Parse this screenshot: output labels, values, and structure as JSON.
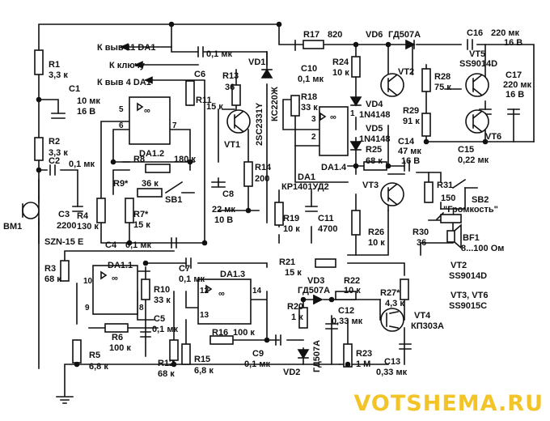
{
  "watermark": "VOTSHEMA.RU",
  "outputs": {
    "pin11": "К выв 11 DA1",
    "key": "К ключу",
    "pin4": "К выв 4 DA1"
  },
  "mic": {
    "ref": "BM1",
    "type": "SZN-15 E"
  },
  "labels": {
    "R1": "R1",
    "R1v": "3,3 к",
    "R2": "R2",
    "R2v": "3,3 к",
    "C1": "C1",
    "C1v1": "10 мк",
    "C1v2": "16 В",
    "C2": "C2",
    "C2v": "0,1 мк",
    "C3": "C3",
    "C3v": "2200",
    "C4": "C4",
    "C4v": "0,1 мк",
    "C5": "C5",
    "C5v": "0,1 мк",
    "C6": "C6",
    "C6v": "0,1 мк",
    "C7": "C7",
    "C7v": "0,1 мк",
    "C8": "C8",
    "C8v1": "22 мк",
    "C8v2": "10 В",
    "C9": "C9",
    "C9v": "0,1 мк",
    "C10": "C10",
    "C10v": "0,1 мк",
    "C11": "C11",
    "C11v": "4700",
    "C12": "C12",
    "C12v": "0,33 мк",
    "C13": "C13",
    "C13v": "0,33 мк",
    "C14": "C14",
    "C14v1": "47 мк",
    "C14v2": "16 В",
    "C15": "C15",
    "C15v": "0,22 мк",
    "C16": "C16",
    "C16v1": "220 мк",
    "C16v2": "16 В",
    "C17": "C17",
    "C17v1": "220 мк",
    "C17v2": "16 В",
    "R3": "R3",
    "R3v": "68 к",
    "R4": "R4",
    "R4v": "130 к",
    "R5": "R5",
    "R5v": "6,8 к",
    "R6": "R6",
    "R6v": "100 к",
    "R7": "R7*",
    "R7v": "15 к",
    "R8": "R8",
    "R8v": "180 к",
    "R9": "R9*",
    "R9v": "36 к",
    "R10": "R10",
    "R10v": "33 к",
    "R11": "R11",
    "R11v": "15 к",
    "R12": "R12",
    "R12v": "68 к",
    "R13": "R13",
    "R13v": "36",
    "R14": "R14",
    "R14v": "200",
    "R15": "R15",
    "R15v": "6,8 к",
    "R16": "R16",
    "R16v": "100 к",
    "R17": "R17",
    "R17v": "820",
    "R18": "R18",
    "R18v": "33 к",
    "R19": "R19",
    "R19v": "10 к",
    "R20": "R20",
    "R20v": "1 к",
    "R21": "R21",
    "R21v": "15 к",
    "R22": "R22",
    "R22v": "10 к",
    "R23": "R23",
    "R23v": "1 М",
    "R24": "R24",
    "R24v": "10 к",
    "R25": "R25",
    "R25v": "68 к",
    "R26": "R26",
    "R26v": "10 к",
    "R27": "R27*",
    "R27v": "4,3 к",
    "R28": "R28",
    "R28v": "75 к",
    "R29": "R29",
    "R29v": "91 к",
    "R30": "R30",
    "R30v": "36",
    "R31": "R31",
    "R31v": "150",
    "DA1_2": "DA1.2",
    "DA1_1": "DA1.1",
    "DA1_3": "DA1.3",
    "DA1_4": "DA1.4",
    "DA1": "DA1",
    "DA1type": "КР1401УД2",
    "VT1": "VT1",
    "VT1type": "2SC2331Y",
    "VT2": "VT2",
    "VT3": "VT3",
    "VT4": "VT4",
    "VT4type": "КП303А",
    "VT5": "VT5",
    "VT5type": "SS9014D",
    "VT6": "VT6",
    "VD1": "VD1",
    "VD1type": "КС220Ж",
    "VD2": "VD2",
    "VD2type": "ГД507А",
    "VD3": "VD3",
    "VD3type": "ГД507А",
    "VD4": "VD4",
    "VD4type": "1N4148",
    "VD5": "VD5",
    "VD5type": "1N4148",
    "VD6": "VD6",
    "VD6type": "ГД507А",
    "SB1": "SB1",
    "SB2": "SB2",
    "vol": "\"Громкость\"",
    "BF1": "BF1",
    "BF1v": "8...100 Ом",
    "legend1a": "VT2",
    "legend1b": "SS9014D",
    "legend2a": "VT3, VT6",
    "legend2b": "SS9015C",
    "oo": "∞"
  }
}
